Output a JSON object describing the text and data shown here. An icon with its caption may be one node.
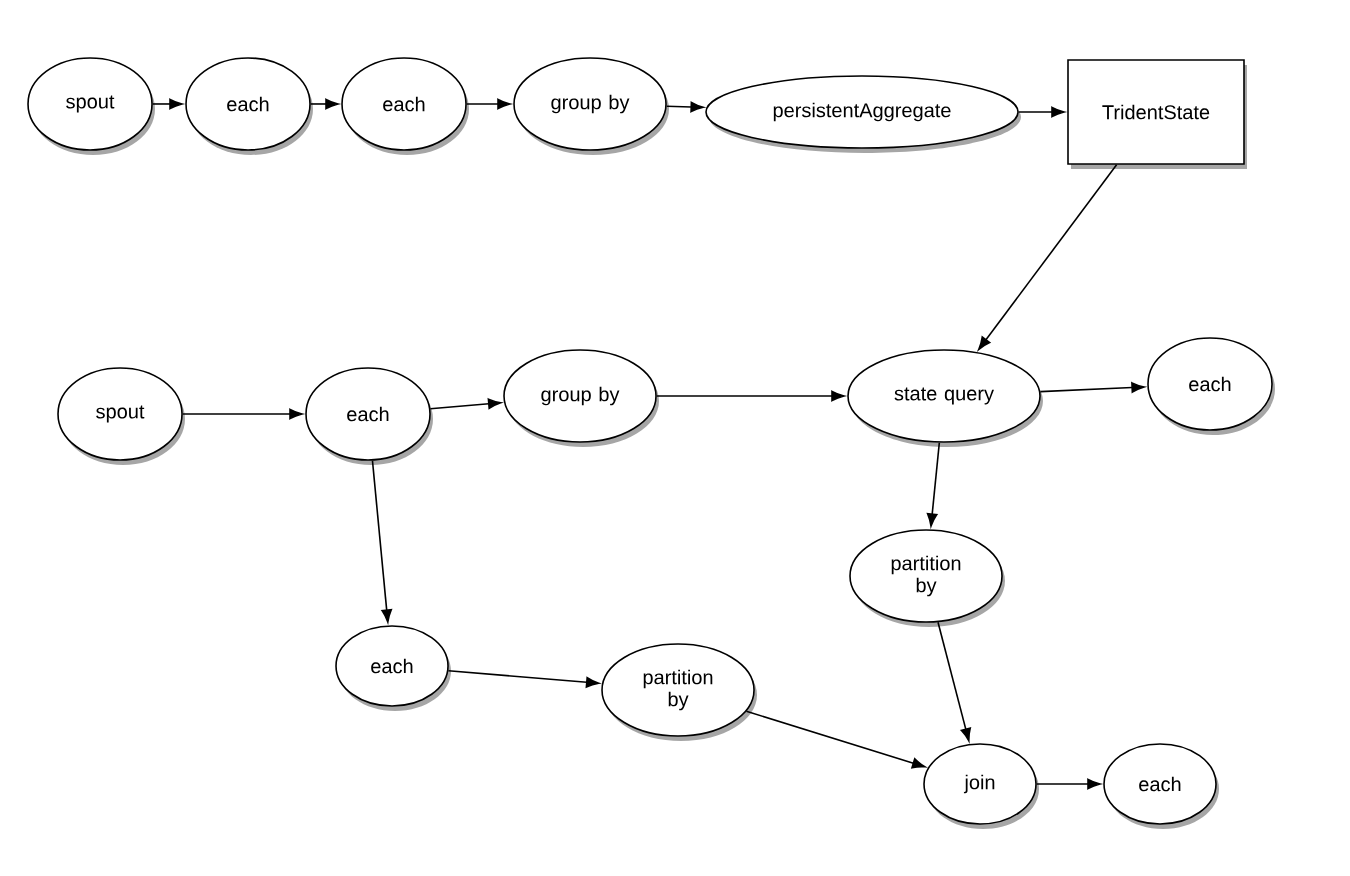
{
  "diagram": {
    "nodes": [
      {
        "text": [
          "spout"
        ]
      },
      {
        "text": [
          "each"
        ]
      },
      {
        "text": [
          "each"
        ]
      },
      {
        "text": [
          "group by"
        ]
      },
      {
        "text": [
          "persistentAggregate"
        ]
      },
      {
        "text": [
          "TridentState"
        ]
      },
      {
        "text": [
          "spout"
        ]
      },
      {
        "text": [
          "each"
        ]
      },
      {
        "text": [
          "group by"
        ]
      },
      {
        "text": [
          "state query"
        ]
      },
      {
        "text": [
          "each"
        ]
      },
      {
        "text": [
          "partition by"
        ]
      },
      {
        "text": [
          "each"
        ]
      },
      {
        "text": [
          "partition by"
        ]
      },
      {
        "text": [
          "join"
        ]
      },
      {
        "text": [
          "each"
        ]
      }
    ],
    "edges": [
      {
        "from": 0,
        "to": 1,
        "arrow": "to"
      },
      {
        "from": 1,
        "to": 2,
        "arrow": "to"
      },
      {
        "from": 2,
        "to": 3,
        "arrow": "to"
      },
      {
        "from": 3,
        "to": 4,
        "arrow": "to"
      },
      {
        "from": 4,
        "to": 5,
        "arrow": "to"
      },
      {
        "from": 5,
        "to": 9,
        "arrow": "to"
      },
      {
        "from": 6,
        "to": 7,
        "arrow": "to"
      },
      {
        "from": 7,
        "to": 8,
        "arrow": "to"
      },
      {
        "from": 8,
        "to": 9,
        "arrow": "to"
      },
      {
        "from": 9,
        "to": 10,
        "arrow": "to"
      },
      {
        "from": 9,
        "to": 11,
        "arrow": "to"
      },
      {
        "from": 7,
        "to": 12,
        "arrow": "to"
      },
      {
        "from": 12,
        "to": 13,
        "arrow": "to"
      },
      {
        "from": 13,
        "to": 14,
        "arrow": "to"
      },
      {
        "from": 11,
        "to": 14,
        "arrow": "to"
      },
      {
        "from": 14,
        "to": 15,
        "arrow": "to"
      }
    ]
  }
}
